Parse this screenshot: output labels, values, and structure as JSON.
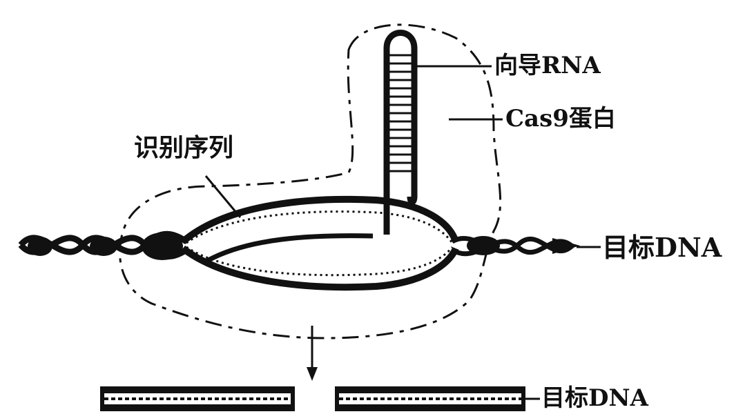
{
  "labels": {
    "guide_rna": "向导RNA",
    "cas9": "Cas9蛋白",
    "recognition_sequence": "识别序列",
    "target_dna_top": "目标DNA",
    "target_dna_bottom": "目标DNA"
  },
  "colors": {
    "ink": "#111111",
    "paper": "#ffffff"
  }
}
